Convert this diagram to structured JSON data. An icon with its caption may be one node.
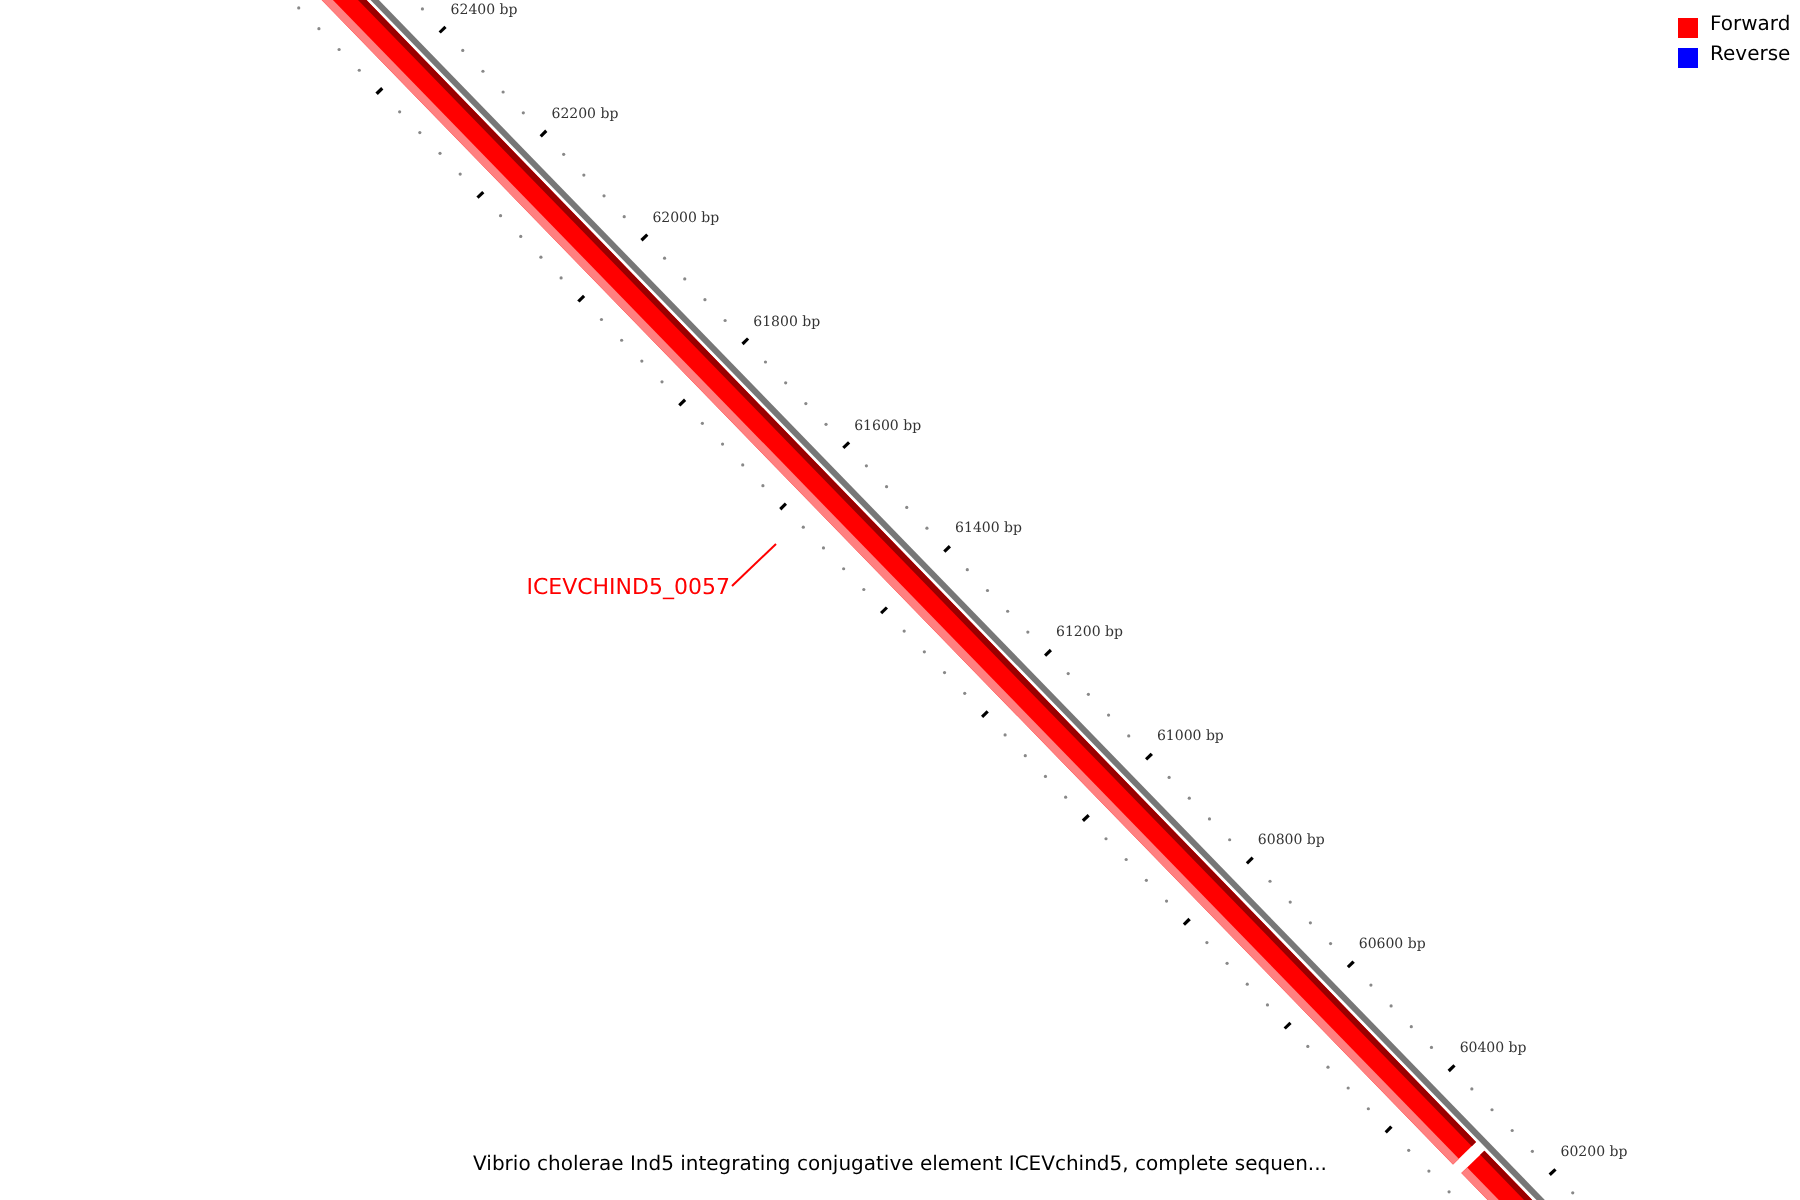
{
  "diagram": {
    "caption": "Vibrio cholerae Ind5 integrating conjugative element ICEVchind5, complete sequen...",
    "nodes": [
      {
        "text": [
          "ICEVCHIND5_0057"
        ]
      },
      {
        "text": [],
        "shape": "bar"
      },
      {
        "text": [],
        "shape": "bar"
      }
    ],
    "edges": [
      {
        "from": 0,
        "to": 1,
        "arrow": "none",
        "color": "#ff0000"
      }
    ],
    "labels": [
      "62400 bp",
      "62200 bp",
      "62000 bp",
      "61800 bp",
      "61600 bp",
      "61400 bp",
      "61200 bp",
      "61000 bp",
      "60800 bp",
      "60600 bp",
      "60400 bp",
      "60200 bp"
    ],
    "legend": [
      {
        "text": "Forward",
        "color": "#ff0000"
      },
      {
        "text": "Reverse",
        "color": "#0000ff"
      }
    ]
  }
}
